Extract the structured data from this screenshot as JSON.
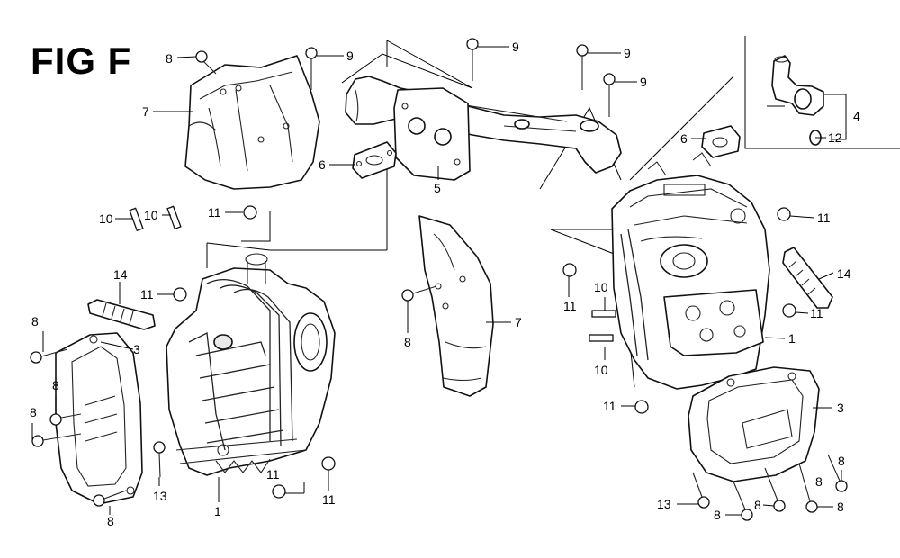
{
  "figure": {
    "title": "FIG F"
  },
  "callouts": {
    "c8a": "8",
    "c9a": "9",
    "c9b": "9",
    "c9c": "9",
    "c9d": "9",
    "c7a": "7",
    "c6a": "6",
    "c6b": "6",
    "c5": "5",
    "c4": "4",
    "c12": "12",
    "c11a": "11",
    "c11b": "11",
    "c11c": "11",
    "c11d": "11",
    "c11e": "11",
    "c11f": "11",
    "c11g": "11",
    "c11h": "11",
    "c10a": "10",
    "c10b": "10",
    "c10c": "10",
    "c10d": "10",
    "c14a": "14",
    "c14b": "14",
    "c8b": "8",
    "c8c": "8",
    "c8d": "8",
    "c8e": "8",
    "c8f": "8",
    "c8g": "8",
    "c8h": "8",
    "c8i": "8",
    "c8j": "8",
    "c8k": "8",
    "c3a": "3",
    "c3b": "3",
    "c7b": "7",
    "c1a": "1",
    "c1b": "1",
    "c13a": "13",
    "c13b": "13"
  }
}
